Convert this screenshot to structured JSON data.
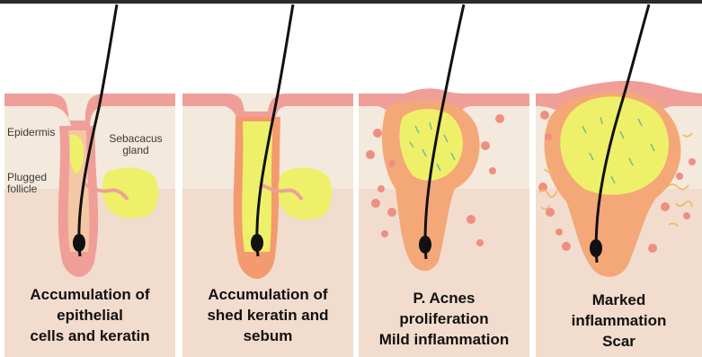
{
  "labels": {
    "epidermis": "Epidermis",
    "sebaceous_line1": "Sebacacus",
    "sebaceous_line2": "gland",
    "plugged_line1": "Plugged",
    "plugged_line2": "follicle"
  },
  "stages": [
    {
      "caption": [
        "Accumulation of",
        "epithelial",
        "cells and keratin"
      ]
    },
    {
      "caption": [
        "Accumulation of",
        "shed keratin and",
        "sebum"
      ]
    },
    {
      "caption": [
        "P. Acnes",
        "proliferation",
        "Mild inflammation"
      ]
    },
    {
      "caption": [
        "Marked",
        "inflammation",
        "Scar"
      ]
    }
  ],
  "colors": {
    "top_band": "#2b2b2b",
    "epidermis": "#f3e9dc",
    "dermis": "#f2dccd",
    "skin_pink": "#ef9f98",
    "inflamed": "#f4a777",
    "sebum_yellow": "#eef06a",
    "hair": "#111111",
    "bacteria": "#ee8f82"
  }
}
